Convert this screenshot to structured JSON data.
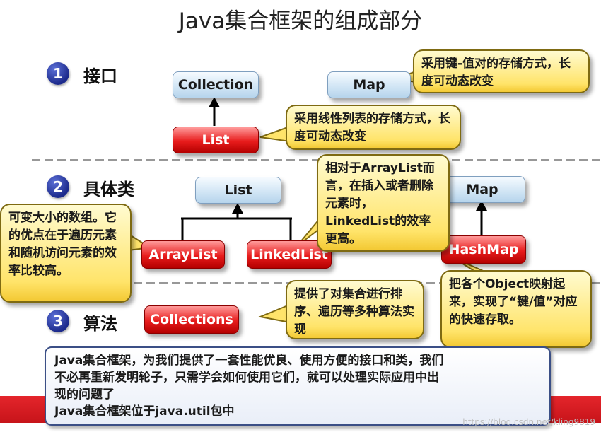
{
  "title": "Java集合框架的组成部分",
  "sections": [
    {
      "number": "1",
      "label": "接口"
    },
    {
      "number": "2",
      "label": "具体类"
    },
    {
      "number": "3",
      "label": "算法"
    }
  ],
  "interfaces": {
    "collection": "Collection",
    "map": "Map",
    "list": "List"
  },
  "classes": {
    "list": "List",
    "map": "Map",
    "arraylist": "ArrayList",
    "linkedlist": "LinkedList",
    "hashmap": "HashMap"
  },
  "algorithms": {
    "collections": "Collections"
  },
  "callouts": {
    "map_note": "采用键-值对的存储方式，长度可动态改变",
    "list_note": "采用线性列表的存储方式，长度可动态改变",
    "linkedlist_note": "相对于ArrayList而言，在插入或者删除元素时，LinkedList的效率更高。",
    "arraylist_note": "可变大小的数组。它的优点在于遍历元素和随机访问元素的效率比较高。",
    "hashmap_note": "把各个Object映射起来，实现了“键/值”对应的快速存取。",
    "collections_note": "提供了对集合进行排序、遍历等多种算法实现"
  },
  "summary": {
    "line1": "Java集合框架，为我们提供了一套性能优良、使用方便的接口和类，我们",
    "line2": "不必再重新发明轮子，只需学会如何使用它们，就可以处理实际应用中出",
    "line3": "现的问题了",
    "line4": "Java集合框架位于java.util包中"
  },
  "watermark": "https://blog.csdn.net/kling9819",
  "colors": {
    "interface_box": "#cfe4f4",
    "class_box": "#e81c1c",
    "callout": "#ffe46a",
    "number_badge": "#1c2a8c",
    "band": "#d81c22"
  }
}
